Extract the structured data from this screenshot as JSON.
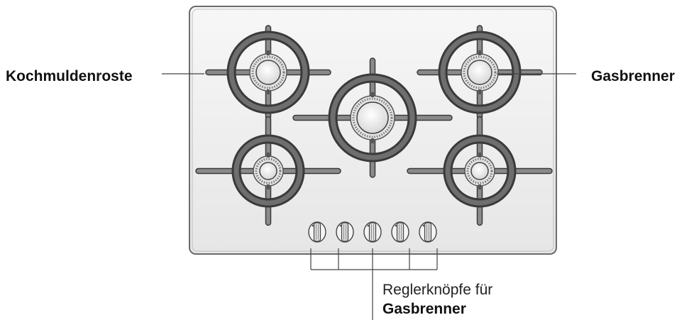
{
  "callouts": {
    "grates": "Kochmuldenroste",
    "burner": "Gasbrenner",
    "knobs_line1": "Reglerknöpfe für",
    "knobs_line2": "Gasbrenner"
  },
  "colors": {
    "panel": "#f2f2f2",
    "panel_edge": "#6b6b6b",
    "grate": "#3a3a3a",
    "grate_fill": "#7a7a7a",
    "line": "#444444"
  },
  "icons": [
    "gas-burner-icon",
    "cooktop-grate-icon",
    "control-knob-icon"
  ]
}
